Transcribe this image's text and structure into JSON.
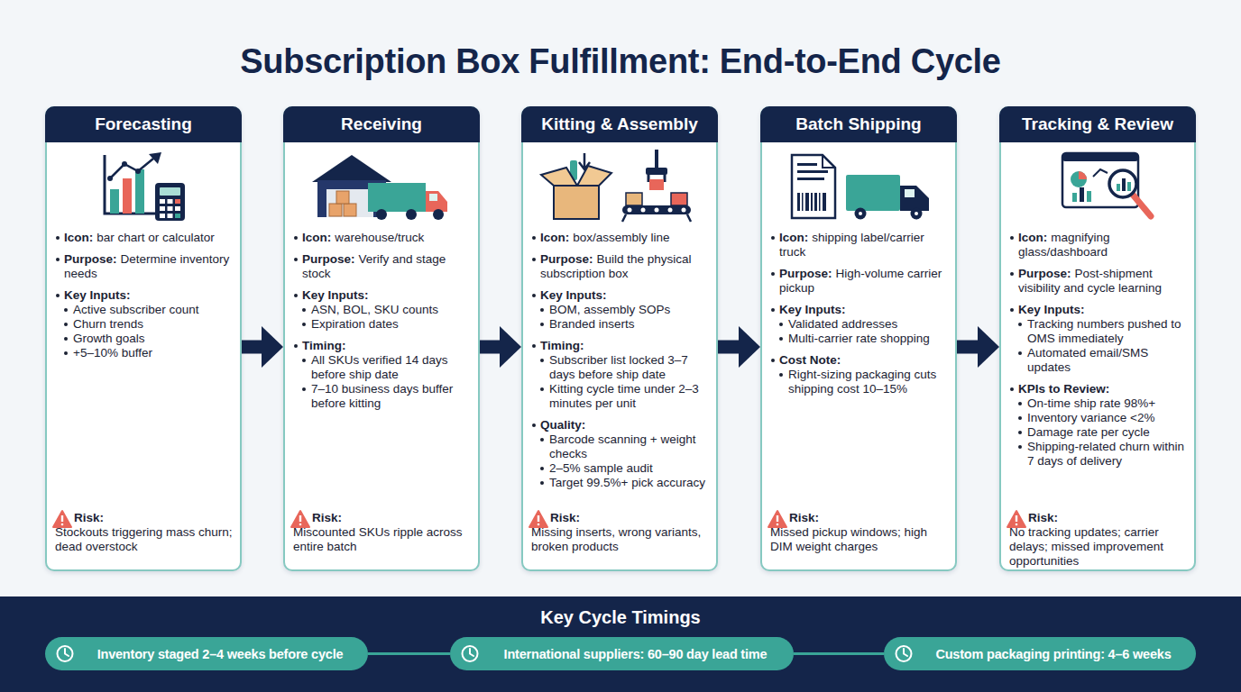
{
  "diagram": {
    "title": "Subscription Box Fulfillment: End-to-End Cycle",
    "nodes": [
      {
        "text": [
          "Forecasting",
          "Icon:",
          "bar chart or calculator",
          "Purpose:",
          "Determine inventory needs",
          "Key Inputs:",
          "Active subscriber count",
          "Churn trends",
          "Growth goals",
          "+5–10% buffer",
          "Risk:",
          "Stockouts triggering mass churn; dead overstock"
        ]
      },
      {
        "text": [
          "Receiving",
          "Icon:",
          "warehouse/truck",
          "Purpose:",
          "Verify and stage stock",
          "Key Inputs:",
          "ASN, BOL, SKU counts",
          "Expiration dates",
          "Timing:",
          "All SKUs verified 14 days before ship date",
          "7–10 business days buffer before kitting",
          "Risk:",
          "Miscounted SKUs ripple across entire batch"
        ]
      },
      {
        "text": [
          "Kitting & Assembly",
          "Icon:",
          "box/assembly line",
          "Purpose:",
          "Build the physical subscription box",
          "Key Inputs:",
          "BOM, assembly SOPs",
          "Branded inserts",
          "Timing:",
          "Subscriber list locked 3–7 days before ship date",
          "Kitting cycle time under 2–3 minutes per unit",
          "Quality:",
          "Barcode scanning + weight checks",
          "2–5% sample audit",
          "Target 99.5%+ pick accuracy",
          "Risk:",
          "Missing inserts, wrong variants, broken products"
        ]
      },
      {
        "text": [
          "Batch Shipping",
          "Icon:",
          "shipping label/carrier truck",
          "Purpose:",
          "High-volume carrier pickup",
          "Key Inputs:",
          "Validated addresses",
          "Multi-carrier rate shopping",
          "Cost Note:",
          "Right-sizing packaging cuts shipping cost 10–15%",
          "Risk:",
          "Missed pickup windows; high DIM weight charges"
        ]
      },
      {
        "text": [
          "Tracking & Review",
          "Icon:",
          "magnifying glass/dashboard",
          "Purpose:",
          "Post-shipment visibility and cycle learning",
          "Key Inputs:",
          "Tracking numbers pushed to OMS immediately",
          "Automated email/SMS updates",
          "KPIs to Review:",
          "On-time ship rate 98%+",
          "Inventory variance <2%",
          "Damage rate per cycle",
          "Shipping-related churn within 7 days of delivery",
          "Risk:",
          "No tracking updates; carrier delays; missed improvement opportunities"
        ]
      },
      {
        "text": [
          "Key Cycle Timings"
        ]
      },
      {
        "text": [
          "Inventory staged 2–4 weeks before cycle"
        ],
        "in": 5
      },
      {
        "text": [
          "International suppliers: 60–90 day lead time"
        ],
        "in": 5
      },
      {
        "text": [
          "Custom packaging printing: 4–6 weeks"
        ],
        "in": 5
      }
    ],
    "edges": [
      {
        "from": 0,
        "to": 1,
        "arrow": "to"
      },
      {
        "from": 1,
        "to": 2,
        "arrow": "to"
      },
      {
        "from": 2,
        "to": 3,
        "arrow": "to"
      },
      {
        "from": 3,
        "to": 4,
        "arrow": "to"
      },
      {
        "from": 6,
        "to": 7,
        "arrow": "none"
      },
      {
        "from": 7,
        "to": 8,
        "arrow": "none"
      }
    ]
  }
}
